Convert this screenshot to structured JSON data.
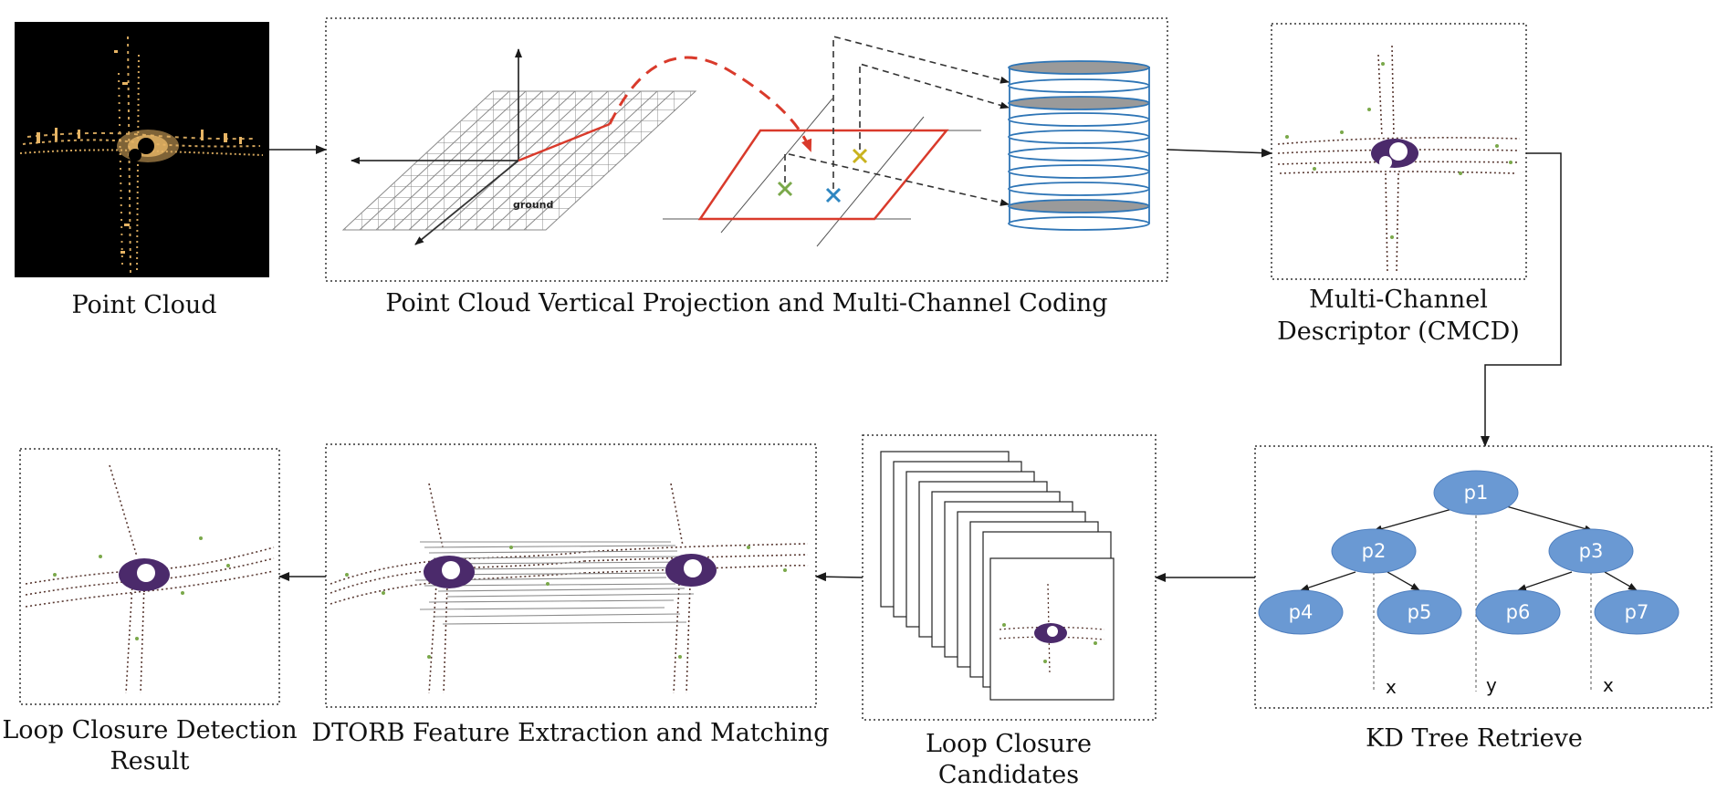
{
  "captions": {
    "point_cloud": "Point Cloud",
    "projection": "Point Cloud Vertical Projection and Multi-Channel Coding",
    "descriptor_line1": "Multi-Channel",
    "descriptor_line2": "Descriptor (CMCD)",
    "kd_tree": "KD Tree Retrieve",
    "candidates_line1": "Loop Closure",
    "candidates_line2": "Candidates",
    "dtorb": "DTORB Feature Extraction and Matching",
    "result_line1": "Loop Closure Detection",
    "result_line2": "Result"
  },
  "projection_panel": {
    "ground_label": "ground"
  },
  "kd_tree": {
    "nodes": [
      "p1",
      "p2",
      "p3",
      "p4",
      "p5",
      "p6",
      "p7"
    ],
    "split_labels": {
      "left": "x",
      "root": "y",
      "right": "x"
    },
    "node_color": "#6a99d3"
  },
  "colors": {
    "arrow": "#1a1a1a",
    "projection_red": "#d93a2b",
    "cylinder_blue": "#2e75b6",
    "cylinder_fill": "#9a9a9a",
    "cross_green": "#7aa84a",
    "cross_blue": "#2e86c1",
    "cross_yellow": "#c9b21e",
    "cloud_gold": "#e7b565"
  }
}
